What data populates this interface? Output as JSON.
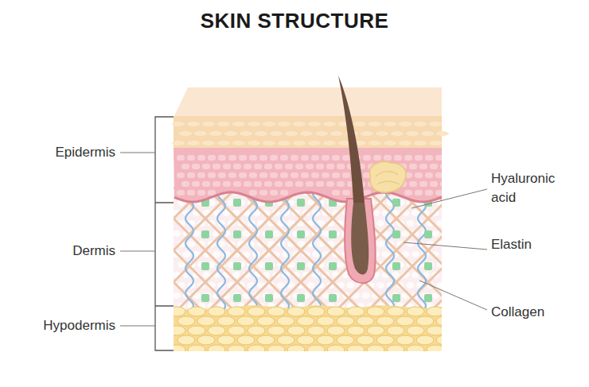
{
  "diagram": {
    "title": "SKIN STRUCTURE",
    "labels": [
      "Epidermis",
      "Dermis",
      "Hypodermis",
      "Hyaluronic acid",
      "Elastin",
      "Collagen"
    ]
  }
}
